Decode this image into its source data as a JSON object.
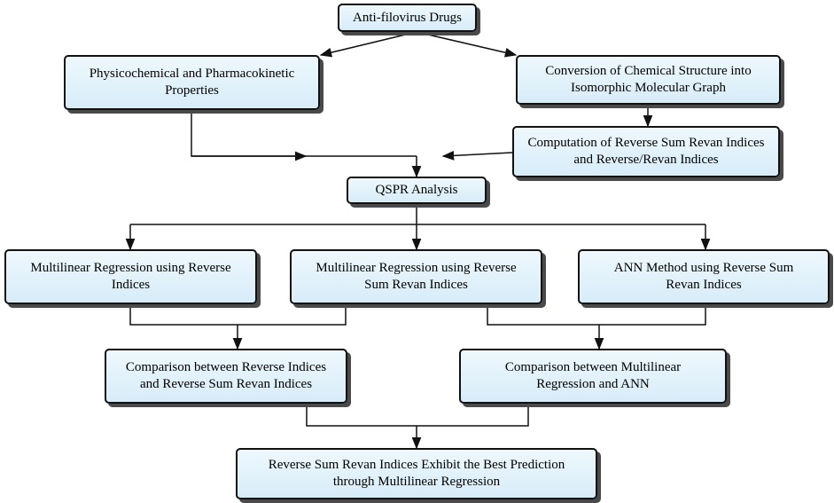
{
  "nodes": {
    "antifilovirus": "Anti-filovirus Drugs",
    "physchem": "Physicochemical and Pharmacokinetic Properties",
    "conversion": "Conversion of Chemical Structure into Isomorphic Molecular Graph",
    "computation": "Computation of Reverse Sum Revan Indices and Reverse/Revan Indices",
    "qspr": "QSPR Analysis",
    "mlr_reverse": "Multilinear Regression using Reverse Indices",
    "mlr_rsr": "Multilinear Regression using Reverse Sum Revan Indices",
    "ann": "ANN Method using Reverse Sum Revan Indices",
    "cmp_indices": "Comparison between Reverse Indices and Reverse Sum Revan Indices",
    "cmp_methods": "Comparison between Multilinear Regression and ANN",
    "result": "Reverse Sum Revan Indices Exhibit the Best Prediction through Multilinear Regression"
  },
  "colors": {
    "box_top": "#eef8fd",
    "box_bottom": "#d7ecf8",
    "border": "#111111",
    "shadow": "#4a4a4a"
  }
}
